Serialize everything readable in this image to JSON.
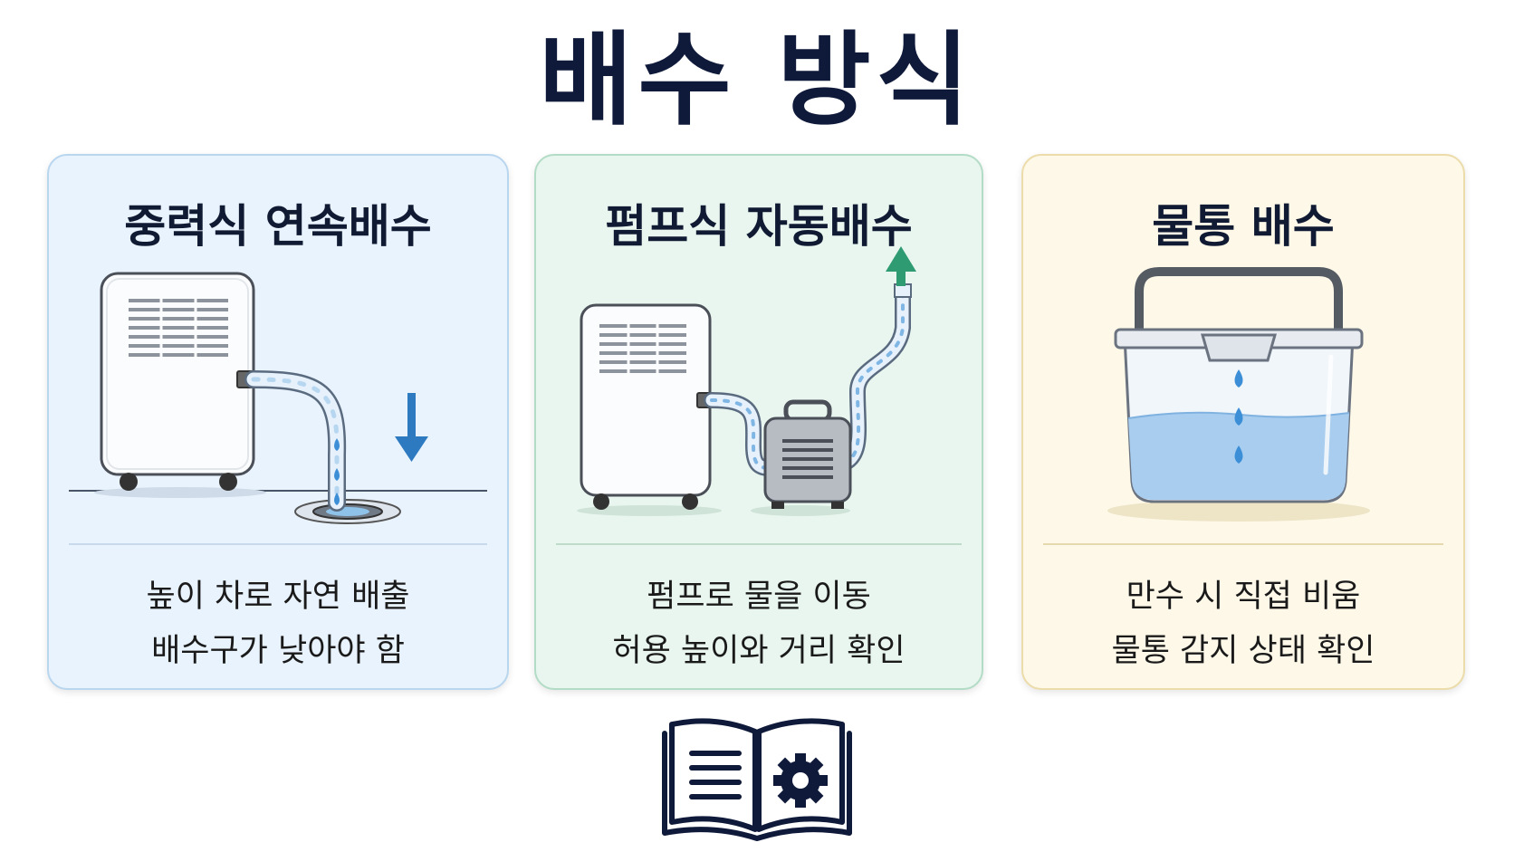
{
  "title": "배수 방식",
  "colors": {
    "navy": "#0f1a3a",
    "gravity_bg": "#e9f3fd",
    "gravity_border": "#b9d6ef",
    "pump_bg": "#e9f6ef",
    "pump_border": "#b3dcc6",
    "bucket_bg": "#fdf8e8",
    "bucket_border": "#ecdcaa",
    "arrow_blue": "#2d7ac1",
    "arrow_green": "#2e9b73",
    "water": "#8ec2e8"
  },
  "cards": [
    {
      "title": "중력식 연속배수",
      "line1": "높이 차로 자연 배출",
      "line2": "배수구가 낮아야 함",
      "icons": [
        "dehumidifier-icon",
        "hose-icon",
        "down-arrow-icon",
        "floor-drain-icon"
      ]
    },
    {
      "title": "펌프식 자동배수",
      "line1": "펌프로 물을 이동",
      "line2": "허용 높이와 거리 확인",
      "icons": [
        "dehumidifier-icon",
        "pump-icon",
        "hose-icon",
        "up-arrow-icon"
      ]
    },
    {
      "title": "물통 배수",
      "line1": "만수 시 직접 비움",
      "line2": "물통 감지 상태 확인",
      "icons": [
        "water-bucket-icon",
        "water-drop-icon"
      ]
    }
  ],
  "footer_icon": "manual-book-gear-icon"
}
